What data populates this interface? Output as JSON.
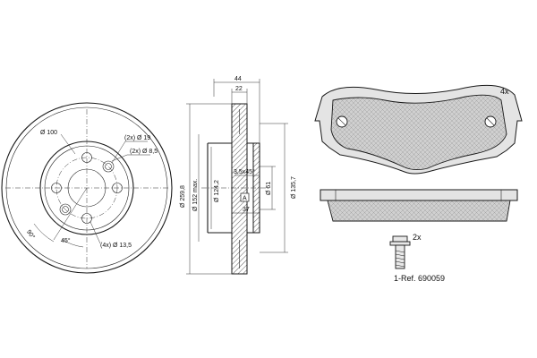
{
  "disc_front": {
    "dia_100": "Ø 100",
    "holes_19": "(2x) Ø 19",
    "holes_85": "(2x) Ø 8,5",
    "angle_90": "90°",
    "angle_45": "45°",
    "holes_135": "(4x) Ø 13,5"
  },
  "disc_section": {
    "dim_44": "44",
    "dim_22": "22",
    "dia_2598": "Ø 259,8",
    "dia_152": "Ø 152 max.",
    "dia_1242": "Ø 124,2",
    "dim_35x45": "3,5x45°",
    "dia_61": "Ø 61",
    "dia_1357": "Ø 135,7",
    "marker_a": "A",
    "dim_37": "37"
  },
  "pads": {
    "quantity": "4x"
  },
  "bolt": {
    "quantity": "2x",
    "reference": "1-Ref. 690059"
  }
}
